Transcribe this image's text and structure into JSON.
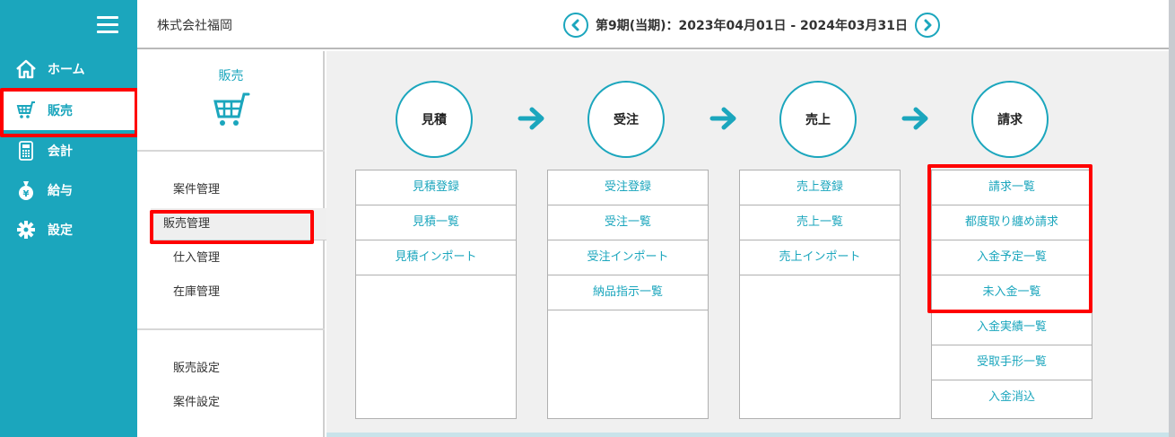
{
  "nav": {
    "items": [
      {
        "label": "ホーム",
        "icon": "home-icon"
      },
      {
        "label": "販売",
        "icon": "cart-icon",
        "active": true
      },
      {
        "label": "会計",
        "icon": "calculator-icon"
      },
      {
        "label": "給与",
        "icon": "money-bag-icon"
      },
      {
        "label": "設定",
        "icon": "gear-icon"
      }
    ]
  },
  "header": {
    "company": "株式会社福岡",
    "period": "第9期(当期)：2023年04月01日 - 2024年03月31日"
  },
  "submenu": {
    "title": "販売",
    "group1": [
      "案件管理",
      "販売管理",
      "仕入管理",
      "在庫管理"
    ],
    "group2": [
      "販売設定",
      "案件設定"
    ],
    "active": "販売管理"
  },
  "flow": {
    "stages": [
      {
        "label": "見積",
        "items": [
          "見積登録",
          "見積一覧",
          "見積インポート"
        ]
      },
      {
        "label": "受注",
        "items": [
          "受注登録",
          "受注一覧",
          "受注インポート",
          "納品指示一覧"
        ]
      },
      {
        "label": "売上",
        "items": [
          "売上登録",
          "売上一覧",
          "売上インポート"
        ]
      },
      {
        "label": "請求",
        "items": [
          "請求一覧",
          "都度取り纏め請求",
          "入金予定一覧",
          "未入金一覧",
          "入金実績一覧",
          "受取手形一覧",
          "入金消込"
        ]
      }
    ]
  },
  "colors": {
    "accent": "#1ba6bd",
    "highlight": "#ff0000",
    "background": "#f0f0f0"
  }
}
